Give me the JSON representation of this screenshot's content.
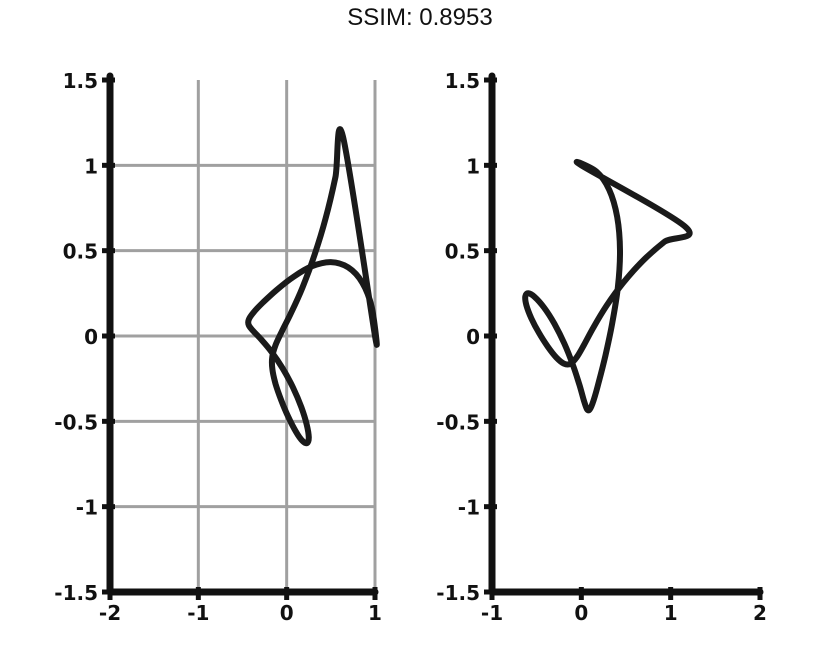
{
  "title": "SSIM: 0.8953",
  "chart_data": [
    {
      "type": "line",
      "curve": "three-petal rose",
      "xlim": [
        -2,
        1
      ],
      "ylim": [
        -1.5,
        1.5
      ],
      "xticks": [
        "-2",
        "-1",
        "0",
        "1"
      ],
      "yticks": [
        "1.5",
        "1",
        "0.5",
        "0",
        "-0.5",
        "-1",
        "-1.5"
      ],
      "grid": true,
      "x": [
        1.0,
        0.963,
        0.857,
        0.697,
        0.5,
        0.287,
        0.078,
        -0.113,
        -0.269,
        -0.377,
        -0.43,
        -0.429,
        -0.377,
        -0.287,
        -0.17,
        -0.045,
        0.072,
        0.167,
        0.228,
        0.25,
        0.232,
        0.18,
        0.104,
        0.018,
        -0.062,
        -0.126,
        -0.162,
        -0.163,
        -0.125,
        -0.052,
        0.053,
        0.178,
        0.311,
        0.441,
        0.552,
        0.637
      ],
      "y": [
        0.0,
        0.17,
        0.312,
        0.402,
        0.433,
        0.409,
        0.347,
        0.27,
        0.196,
        0.137,
        0.095,
        0.063,
        0.028,
        -0.021,
        -0.094,
        -0.19,
        -0.302,
        -0.418,
        -0.521,
        -0.594,
        -0.627,
        -0.615,
        -0.56,
        -0.474,
        -0.376,
        -0.28,
        -0.195,
        -0.122,
        -0.052,
        0.03,
        0.138,
        0.283,
        0.468,
        0.689,
        0.93,
        1.17
      ]
    },
    {
      "type": "line",
      "curve": "three-petal rose",
      "xlim": [
        -1,
        2
      ],
      "ylim": [
        -1.5,
        1.5
      ],
      "xticks": [
        "-1",
        "0",
        "1",
        "2"
      ],
      "yticks": [
        "1.5",
        "1",
        "0.5",
        "0",
        "-0.5",
        "-1",
        "-1.5"
      ],
      "grid": false,
      "x": [
        0.0,
        0.17,
        0.312,
        0.402,
        0.433,
        0.409,
        0.347,
        0.27,
        0.196,
        0.137,
        0.095,
        0.063,
        0.028,
        -0.021,
        -0.094,
        -0.19,
        -0.302,
        -0.418,
        -0.521,
        -0.594,
        -0.627,
        -0.615,
        -0.56,
        -0.474,
        -0.376,
        -0.28,
        -0.195,
        -0.122,
        -0.052,
        0.03,
        0.138,
        0.283,
        0.468,
        0.689,
        0.93,
        1.17
      ],
      "y": [
        1.0,
        0.963,
        0.857,
        0.697,
        0.5,
        0.287,
        0.078,
        -0.113,
        -0.269,
        -0.377,
        -0.43,
        -0.429,
        -0.377,
        -0.287,
        -0.17,
        -0.045,
        0.072,
        0.167,
        0.228,
        0.25,
        0.232,
        0.18,
        0.104,
        0.018,
        -0.062,
        -0.126,
        -0.162,
        -0.163,
        -0.125,
        -0.052,
        0.053,
        0.178,
        0.311,
        0.441,
        0.552,
        0.637
      ]
    }
  ]
}
